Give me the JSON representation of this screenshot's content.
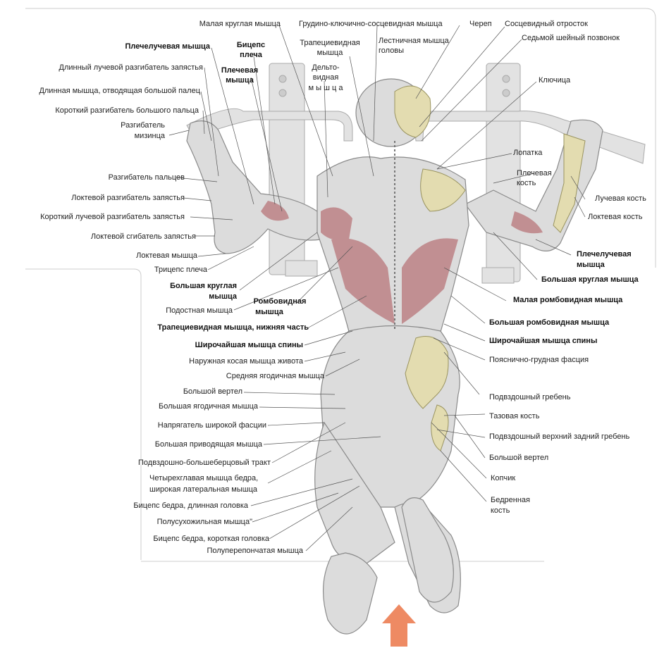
{
  "labels": {
    "malaya_kruglaya": "Малая круглая мышца",
    "grudino": "Грудино-ключично-сосцевидная мышца",
    "cherep": "Череп",
    "soscevidny": "Сосцевидный отросток",
    "sedmoy": "Седьмой шейный позвонок",
    "plecheluch_top": "Плечелучевая мышца",
    "biceps_1": "Бицепс",
    "biceps_2": "плеча",
    "trapec_1": "Трапециевидная",
    "trapec_2": "мышца",
    "lestn_1": "Лестничная мышца",
    "lestn_2": "головы",
    "dlinny_luch": "Длинный лучевой разгибатель запястья",
    "plechevaya_1": "Плечевая",
    "plechevaya_2": "мышца",
    "delto_1": "Дельто-",
    "delto_2": "видная",
    "delto_3": "м ы ш ц а",
    "klyuchica": "Ключица",
    "dlinnaya_otvod": "Длинная мышца, отводящая большой палец",
    "korotky_razgib_palca": "Короткий разгибатель большого пальца",
    "razgib_miz_1": "Разгибатель",
    "razgib_miz_2": "мизинца",
    "lopatka": "Лопатка",
    "plech_kost_1": "Плечевая",
    "plech_kost_2": "кость",
    "razgib_palcev": "Разгибатель пальцев",
    "loktevoy_razgib": "Локтевой разгибатель запястья",
    "luchevaya_kost": "Лучевая кость",
    "korotky_luch": "Короткий лучевой разгибатель запястья",
    "loktevaya_kost": "Локтевая кость",
    "loktevoy_sgib": "Локтевой сгибатель запястья",
    "plecheluch_r_1": "Плечелучевая",
    "plecheluch_r_2": "мышца",
    "loktevaya_mysh": "Локтевая мышца",
    "triceps": "Трицепс плеча",
    "bolsh_krug_r": "Большая круглая мышца",
    "bolsh_krug_l_1": "Большая круглая",
    "bolsh_krug_l_2": "мышца",
    "romb_1": "Ромбовидная",
    "romb_2": "мышца",
    "malaya_romb": "Малая ромбовидная мышца",
    "podostnaya": "Подостная мышца",
    "trapec_nizh": "Трапециевидная мышца, нижняя часть",
    "bolsh_romb": "Большая ромбовидная мышца",
    "shiroch_l": "Широчайшая мышца спины",
    "shiroch_r": "Широчайшая мышца спины",
    "naruzh_kosaya": "Наружная косая мышца живота",
    "poyasn_fasc": "Пояснично-грудная фасция",
    "sred_yagod": "Средняя ягодичная мышца",
    "podvzd_greb": "Подвздошный гребень",
    "bolsh_vertel_l": "Большой вертел",
    "tazovaya": "Тазовая кость",
    "bolsh_yagod": "Большая ягодичная мышца",
    "podvzd_verh": "Подвздошный верхний задний гребень",
    "napryag": "Напрягатель широкой фасции",
    "bolsh_vertel_r": "Большой вертел",
    "bolsh_privod": "Большая приводящая мышца",
    "podvzd_bolsh": "Подвздошно-большеберцовый тракт",
    "kopchik": "Копчик",
    "chetyreh_1": "Четырехглавая мышца бедра,",
    "chetyreh_2": "широкая латеральная мышца",
    "bedr_kost_1": "Бедренная",
    "bedr_kost_2": "кость",
    "biceps_dl": "Бицепс бедра, длинная головка",
    "polusuh": "Полусухожильная мышца\"",
    "biceps_kor": "Бицепс бедра, короткая головка",
    "poluperep": "Полуперепончатая мышца"
  },
  "colors": {
    "muscle": "#b8767a",
    "bone": "#e3dcb0",
    "body": "#dcdcdc",
    "arrow": "#ee8a63"
  }
}
